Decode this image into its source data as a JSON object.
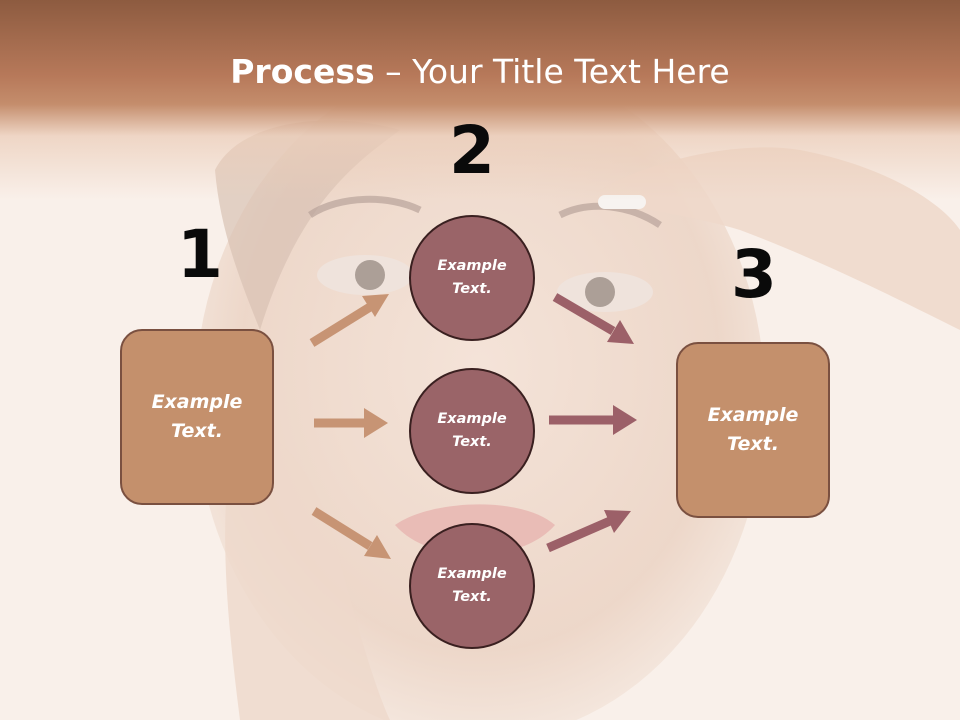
{
  "slide": {
    "title_strong": "Process",
    "title_rest": " – Your Title Text Here",
    "colors": {
      "header": "#b7795a",
      "box_fill": "#c4906c",
      "box_border": "#7a5040",
      "circle_fill": "#9a6468",
      "circle_border": "#3a2020",
      "arrow_left": "#c79474",
      "arrow_right": "#9c6068"
    }
  },
  "steps": {
    "n1": "1",
    "n2": "2",
    "n3": "3"
  },
  "left_box": {
    "line1": "Example",
    "line2": "Text."
  },
  "right_box": {
    "line1": "Example",
    "line2": "Text."
  },
  "circles": [
    {
      "line1": "Example",
      "line2": "Text."
    },
    {
      "line1": "Example",
      "line2": "Text."
    },
    {
      "line1": "Example",
      "line2": "Text."
    }
  ]
}
